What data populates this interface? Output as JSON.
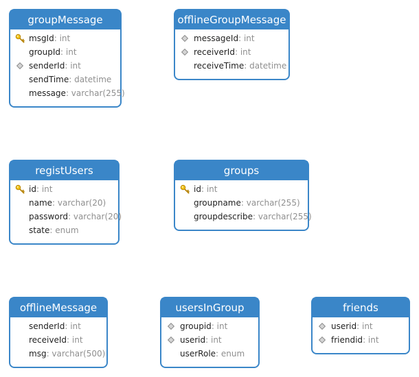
{
  "tables": [
    {
      "id": "groupMessage",
      "name": "groupMessage",
      "columns": [
        {
          "name": "msgId",
          "type": "int",
          "icon": "key-icon"
        },
        {
          "name": "groupId",
          "type": "int",
          "icon": "none"
        },
        {
          "name": "senderId",
          "type": "int",
          "icon": "diamond-icon"
        },
        {
          "name": "sendTime",
          "type": "datetime",
          "icon": "none"
        },
        {
          "name": "message",
          "type": "varchar(255)",
          "icon": "none"
        }
      ]
    },
    {
      "id": "offlineGroupMessage",
      "name": "offlineGroupMessage",
      "columns": [
        {
          "name": "messageId",
          "type": "int",
          "icon": "diamond-icon"
        },
        {
          "name": "receiverId",
          "type": "int",
          "icon": "diamond-icon"
        },
        {
          "name": "receiveTime",
          "type": "datetime",
          "icon": "none"
        }
      ]
    },
    {
      "id": "registUsers",
      "name": "registUsers",
      "columns": [
        {
          "name": "id",
          "type": "int",
          "icon": "key-icon"
        },
        {
          "name": "name",
          "type": "varchar(20)",
          "icon": "none"
        },
        {
          "name": "password",
          "type": "varchar(20)",
          "icon": "none"
        },
        {
          "name": "state",
          "type": "enum",
          "icon": "none"
        }
      ]
    },
    {
      "id": "groups",
      "name": "groups",
      "columns": [
        {
          "name": "id",
          "type": "int",
          "icon": "key-icon"
        },
        {
          "name": "groupname",
          "type": "varchar(255)",
          "icon": "none"
        },
        {
          "name": "groupdescribe",
          "type": "varchar(255)",
          "icon": "none"
        }
      ]
    },
    {
      "id": "offlineMessage",
      "name": "offlineMessage",
      "columns": [
        {
          "name": "senderId",
          "type": "int",
          "icon": "none"
        },
        {
          "name": "receiveId",
          "type": "int",
          "icon": "none"
        },
        {
          "name": "msg",
          "type": "varchar(500)",
          "icon": "none"
        }
      ]
    },
    {
      "id": "usersInGroup",
      "name": "usersInGroup",
      "columns": [
        {
          "name": "groupid",
          "type": "int",
          "icon": "diamond-icon"
        },
        {
          "name": "userid",
          "type": "int",
          "icon": "diamond-icon"
        },
        {
          "name": "userRole",
          "type": "enum",
          "icon": "none"
        }
      ]
    },
    {
      "id": "friends",
      "name": "friends",
      "columns": [
        {
          "name": "userid",
          "type": "int",
          "icon": "diamond-icon"
        },
        {
          "name": "friendid",
          "type": "int",
          "icon": "diamond-icon"
        }
      ]
    }
  ]
}
